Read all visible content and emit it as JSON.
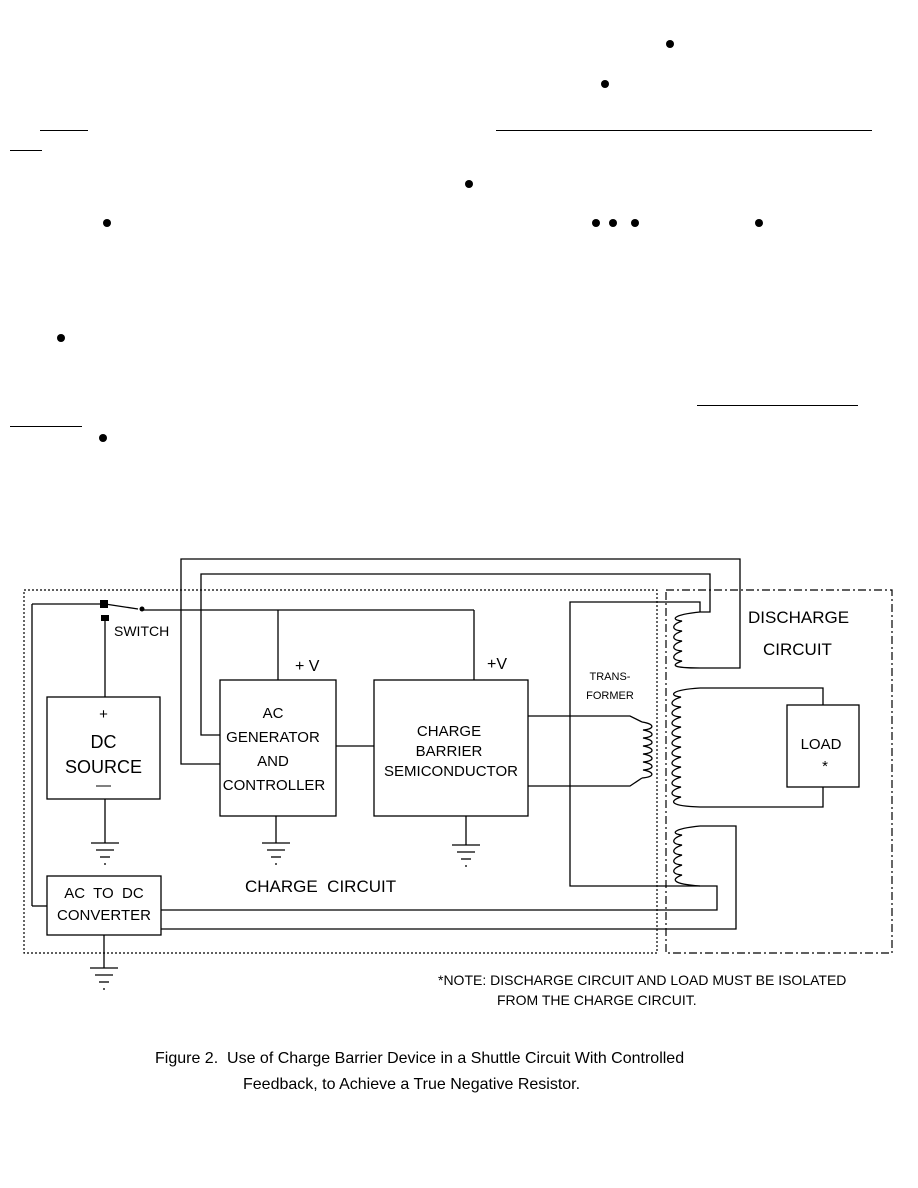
{
  "diagram": {
    "switch_label": "SWITCH",
    "dc_source": {
      "plus": "+",
      "line1": "DC",
      "line2": "SOURCE",
      "minus": "—"
    },
    "ac_generator": {
      "line1": "AC",
      "line2": "GENERATOR",
      "line3": "AND",
      "line4": "CONTROLLER"
    },
    "charge_barrier": {
      "line1": "CHARGE",
      "line2": "BARRIER",
      "line3": "SEMICONDUCTOR"
    },
    "plus_v_generator": "+ V",
    "plus_v_barrier": "+V",
    "transformer": {
      "line1": "TRANS-",
      "line2": "FORMER"
    },
    "discharge_circuit": {
      "line1": "DISCHARGE",
      "line2": "CIRCUIT"
    },
    "load": {
      "line1": "LOAD",
      "line2": "*"
    },
    "converter": {
      "line1": "AC  TO  DC",
      "line2": "CONVERTER"
    },
    "charge_circuit_label": "CHARGE  CIRCUIT",
    "note": {
      "line1": "*NOTE: DISCHARGE CIRCUIT AND LOAD MUST BE ISOLATED",
      "line2": "FROM THE CHARGE CIRCUIT."
    }
  },
  "caption": {
    "line1": "Figure 2.  Use of Charge Barrier Device in a Shuttle Circuit With Controlled",
    "line2": "Feedback, to Achieve a True Negative Resistor."
  }
}
